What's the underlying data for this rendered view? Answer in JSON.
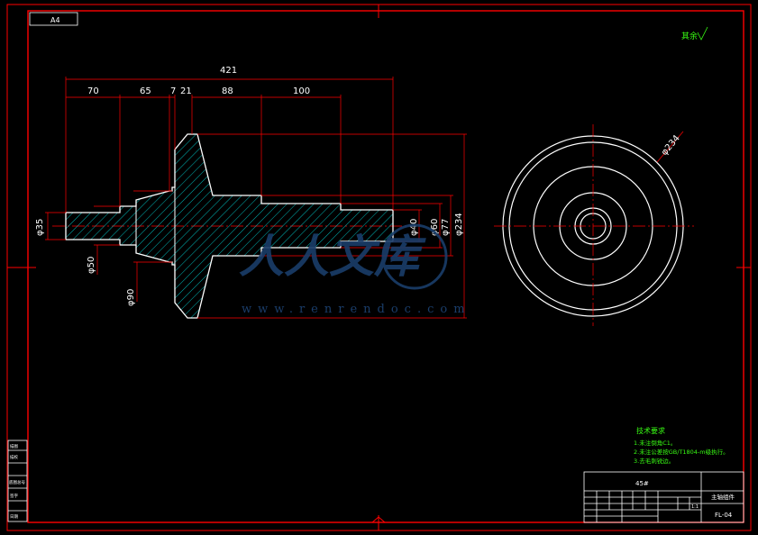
{
  "sheet": {
    "size_label": "A4"
  },
  "roughness_note": "其余",
  "dimensions": {
    "overall_length": "421",
    "seg_70": "70",
    "seg_65": "65",
    "seg_7": "7",
    "seg_21": "21",
    "seg_88": "88",
    "seg_100": "100",
    "dia_35": "φ35",
    "dia_50": "φ50",
    "dia_90": "φ90",
    "dia_40": "φ40",
    "dia_60": "φ60",
    "dia_77": "φ77",
    "dia_234_side": "φ234",
    "dia_234_end": "φ234"
  },
  "tech_requirements": {
    "title": "技术要求",
    "items": [
      "1.未注倒角C1。",
      "2.未注公差按GB/T1804-m级执行。",
      "3.去毛刺锐边。"
    ]
  },
  "title_block": {
    "material": "45#",
    "part_name": "主轴组件",
    "drawing_no": "FL-04",
    "scale": "1:1"
  },
  "side_labels": [
    "描图",
    "描校",
    "底图总号",
    "签字",
    "日期"
  ],
  "watermark": {
    "brand": "人人文库",
    "url": "www.renrendoc.com"
  },
  "colors": {
    "frame": "#ff0000",
    "outline": "#ffffff",
    "hatch": "#00e5e5",
    "note": "#39ff14"
  }
}
